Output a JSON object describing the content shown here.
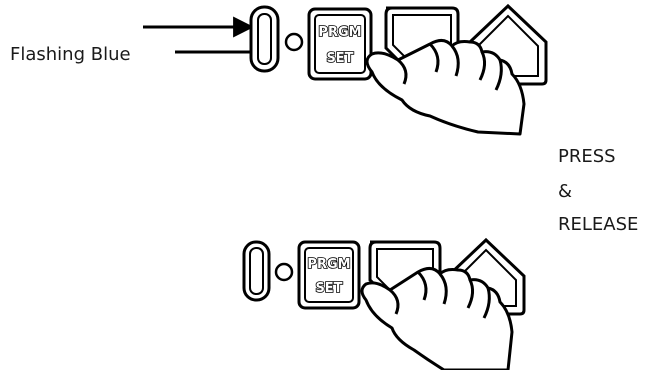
{
  "labels": {
    "indicator": "Flashing Blue",
    "press": "PRESS",
    "ampersand": "&",
    "release": "RELEASE"
  },
  "buttons": {
    "program_line1": "PRGM",
    "program_line2": "SET"
  },
  "colors": {
    "ink": "#000000",
    "hand_fill": "#ffffff"
  }
}
